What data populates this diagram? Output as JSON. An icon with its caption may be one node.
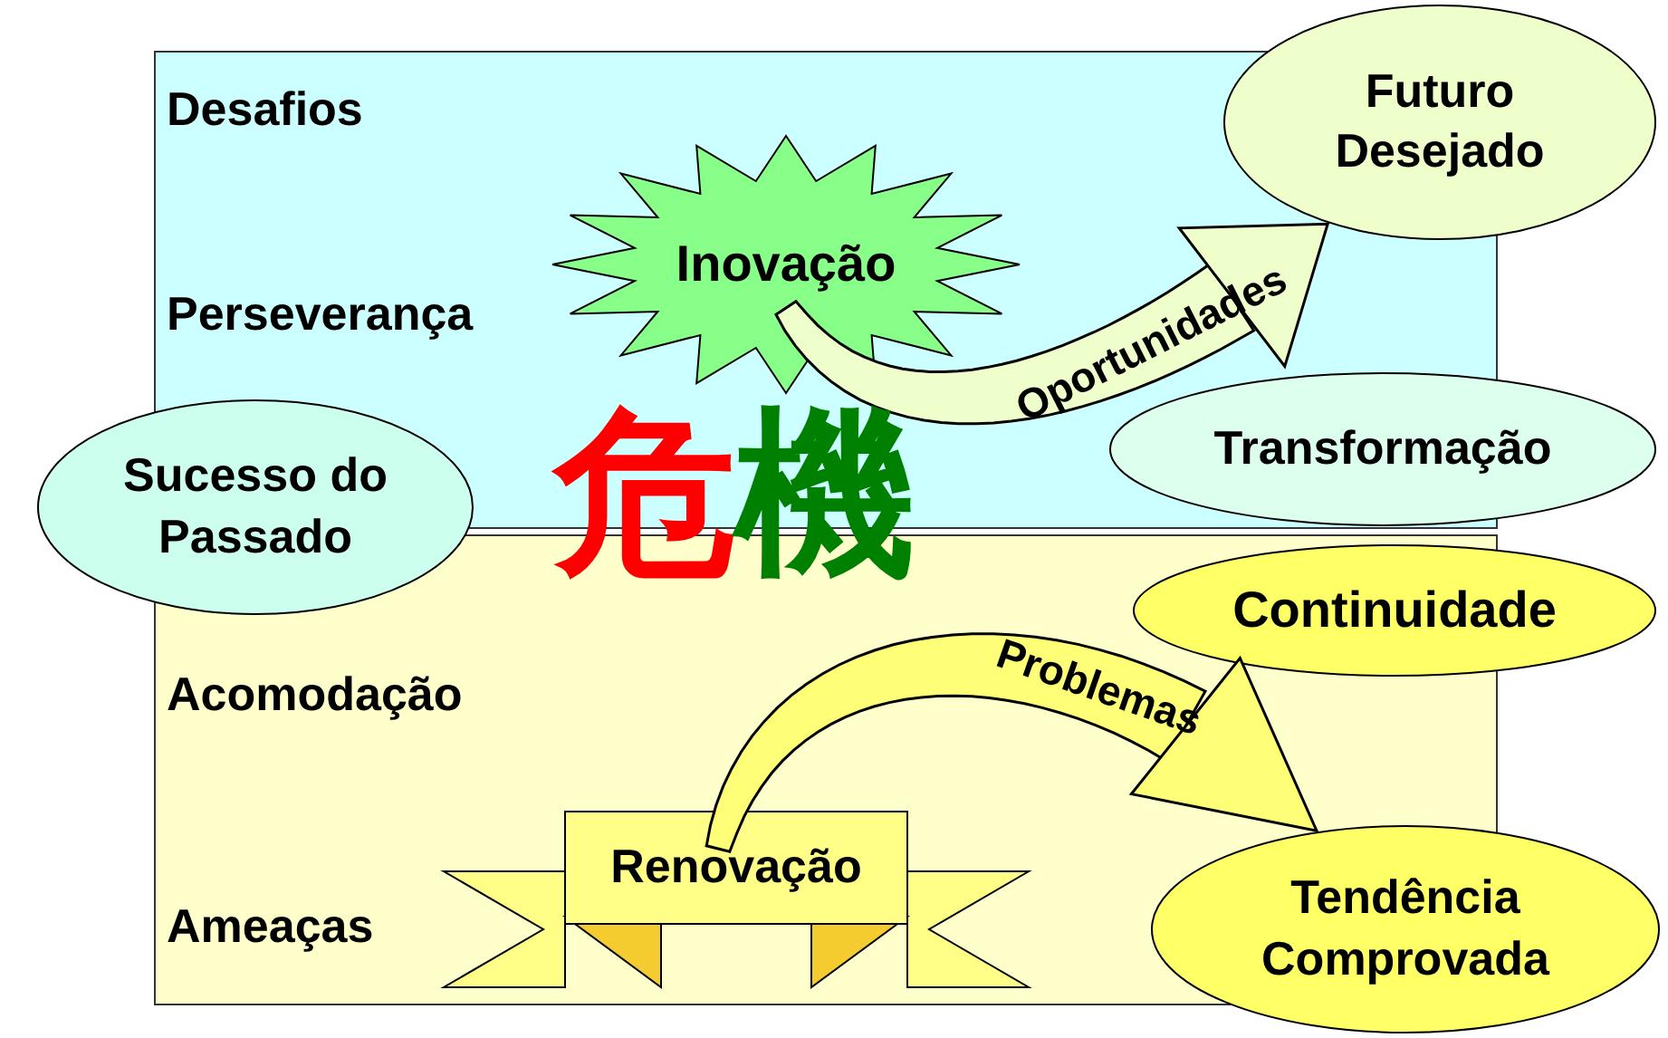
{
  "diagram": {
    "nodes": [
      {
        "text": [
          "Inovação"
        ]
      },
      {
        "text": [
          "Futuro Desejado"
        ]
      },
      {
        "text": [
          "Sucesso do Passado"
        ]
      },
      {
        "text": [
          "Transformação"
        ]
      },
      {
        "text": [
          "Continuidade"
        ]
      },
      {
        "text": [
          "Renovação"
        ]
      },
      {
        "text": [
          "Tendência Comprovada"
        ]
      }
    ],
    "edges": [
      {
        "from": 0,
        "to": 1,
        "arrow": "to",
        "label": "Oportunidades",
        "style": "thick",
        "color": "#eeffcc"
      },
      {
        "from": 5,
        "to": 6,
        "arrow": "to",
        "label": "Problemas",
        "style": "thick",
        "color": "#ffff77"
      }
    ],
    "labels": [
      "Desafios",
      "Perseverança",
      "危機",
      "Acomodação",
      "Ameaças"
    ]
  }
}
